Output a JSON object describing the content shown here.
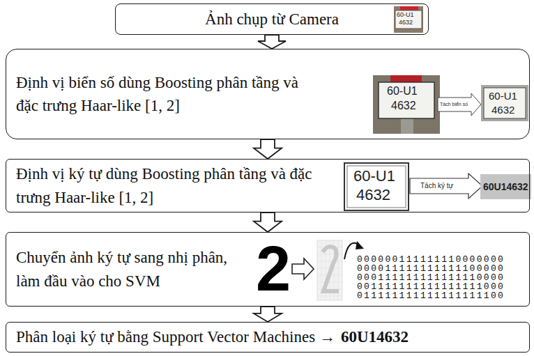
{
  "diagram": {
    "nodes": [
      {
        "text": [
          "Ảnh chụp từ Camera"
        ]
      },
      {
        "text": [
          "Định vị biển số dùng Boosting phân tầng và đặc trưng Haar-like [1, 2]"
        ]
      },
      {
        "text": [
          "Định vị ký tự dùng Boosting phân tầng và đặc trưng Haar-like [1, 2]"
        ]
      },
      {
        "text": [
          "Chuyển ảnh ký tự sang nhị phân, làm đầu vào cho SVM"
        ]
      },
      {
        "text": [
          "Phân loại ký tự bằng Support Vector Machines →",
          "60U14632"
        ]
      }
    ],
    "edges": [
      {
        "from": 0,
        "to": 1,
        "arrow": "to"
      },
      {
        "from": 1,
        "to": 2,
        "arrow": "to"
      },
      {
        "from": 2,
        "to": 3,
        "arrow": "to"
      },
      {
        "from": 3,
        "to": 4,
        "arrow": "to"
      }
    ],
    "labels": [
      "60-U1",
      "4632",
      "60-U1",
      "4632",
      "Tách biển số",
      "60-U1",
      "4632",
      "60-U1",
      "4632",
      "Tách ký tự",
      "60U14632",
      "2",
      "000000111111110000000",
      "000011111111111100000",
      "000111111111111110000",
      "001111111111111111000",
      "011111111111111111100"
    ]
  }
}
